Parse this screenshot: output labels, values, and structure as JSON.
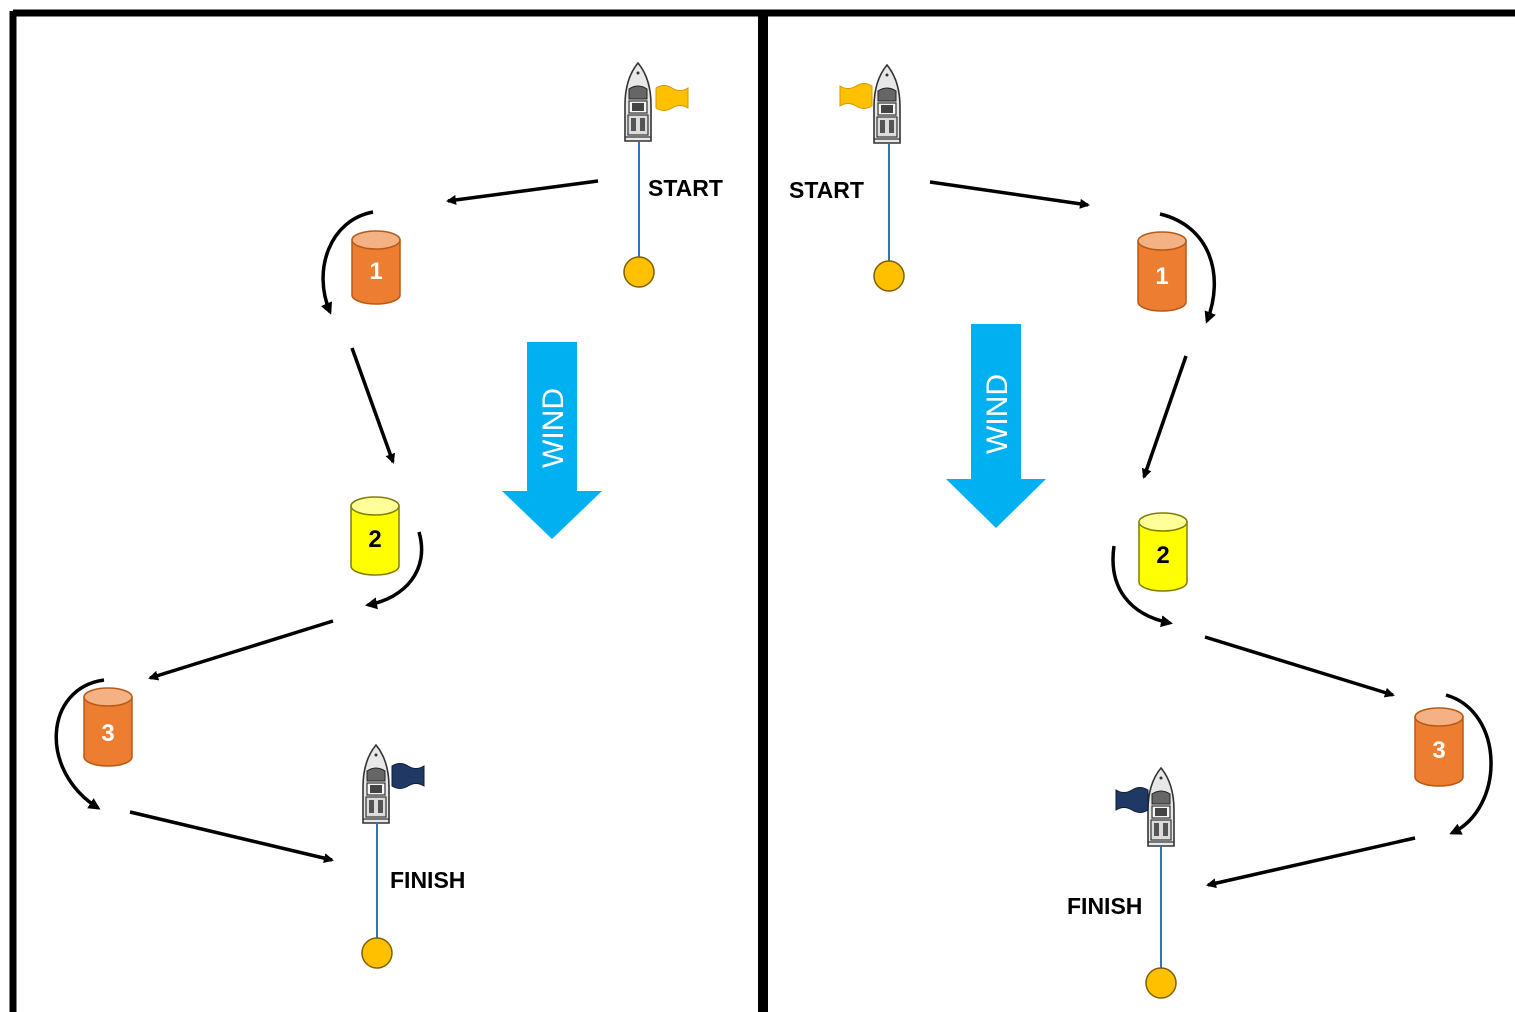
{
  "colors": {
    "frame": "#000000",
    "wind_arrow": "#00b0f0",
    "buoy_orange": "#ed7d31",
    "buoy_yellow": "#ffff00",
    "pin": "#ffc000",
    "line": "#2e75b6",
    "start_flag": "#ffc000",
    "finish_flag": "#1f3864"
  },
  "icons": [
    "boat-icon",
    "flag-icon",
    "buoy-icon",
    "arrow-icon"
  ],
  "left_course": {
    "start_label": "START",
    "finish_label": "FINISH",
    "wind_label": "WIND",
    "buoys": [
      {
        "number": "1",
        "color": "orange",
        "rounding": "port"
      },
      {
        "number": "2",
        "color": "yellow",
        "rounding": "starboard"
      },
      {
        "number": "3",
        "color": "orange",
        "rounding": "port"
      }
    ]
  },
  "right_course": {
    "start_label": "START",
    "finish_label": "FINISH",
    "wind_label": "WIND",
    "buoys": [
      {
        "number": "1",
        "color": "orange",
        "rounding": "starboard"
      },
      {
        "number": "2",
        "color": "yellow",
        "rounding": "port"
      },
      {
        "number": "3",
        "color": "orange",
        "rounding": "starboard"
      }
    ]
  }
}
